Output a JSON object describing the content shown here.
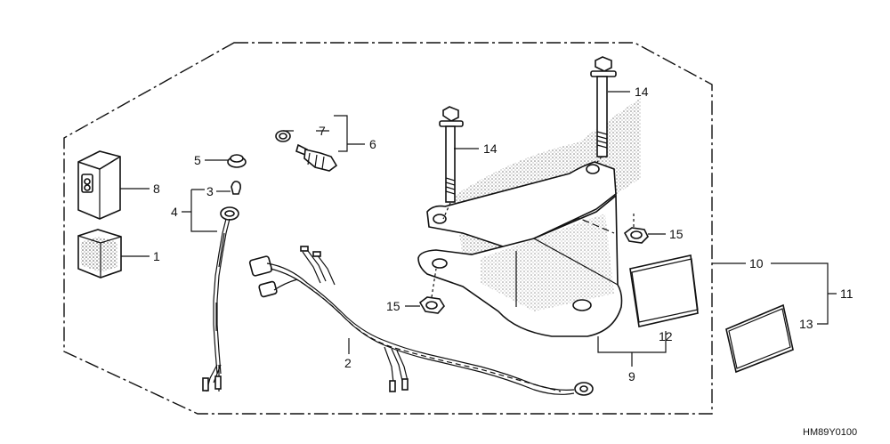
{
  "diagram_code": "HM89Y0100",
  "callouts": [
    "1",
    "2",
    "3",
    "4",
    "5",
    "6",
    "7",
    "8",
    "9",
    "10",
    "11",
    "12",
    "13",
    "14",
    "14",
    "15",
    "15"
  ],
  "colors": {
    "line": "#111111",
    "background": "#ffffff",
    "stipple": "#555555"
  }
}
